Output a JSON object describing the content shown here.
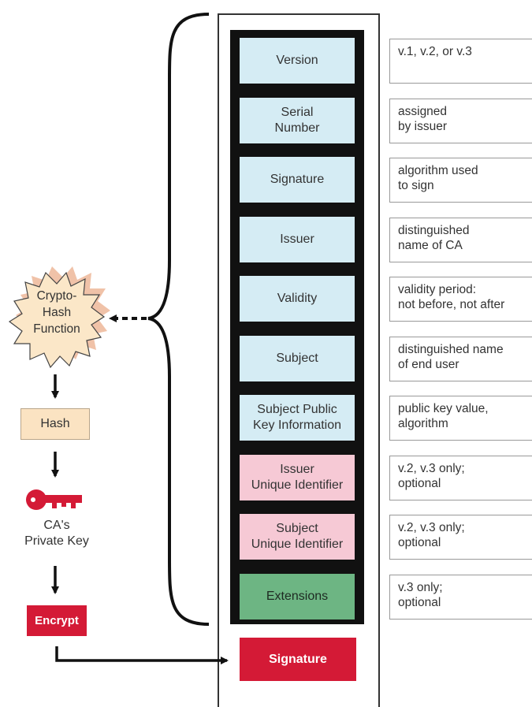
{
  "fields": [
    {
      "label": "Version",
      "note": "v.1, v.2, or v.3",
      "color": "blue"
    },
    {
      "label": "Serial\nNumber",
      "note": "assigned\nby issuer",
      "color": "blue"
    },
    {
      "label": "Signature",
      "note": "algorithm used\nto sign",
      "color": "blue"
    },
    {
      "label": "Issuer",
      "note": "distinguished\nname of CA",
      "color": "blue"
    },
    {
      "label": "Validity",
      "note": "validity period:\nnot before, not after",
      "color": "blue"
    },
    {
      "label": "Subject",
      "note": "distinguished name\nof end user",
      "color": "blue"
    },
    {
      "label": "Subject Public\nKey Information",
      "note": "public key value,\nalgorithm",
      "color": "blue"
    },
    {
      "label": "Issuer\nUnique Identifier",
      "note": "v.2, v.3 only;\noptional",
      "color": "pink"
    },
    {
      "label": "Subject\nUnique Identifier",
      "note": "v.2, v.3 only;\noptional",
      "color": "pink"
    },
    {
      "label": "Extensions",
      "note": "v.3 only;\noptional",
      "color": "green"
    }
  ],
  "left_flow": {
    "hash_function": "Crypto-\nHash\nFunction",
    "hash": "Hash",
    "ca_key": "CA's\nPrivate Key",
    "encrypt": "Encrypt"
  },
  "signature_box": "Signature",
  "colors": {
    "blue": "#d5ecf4",
    "pink": "#f6c9d5",
    "green": "#6db583",
    "red": "#d41a36",
    "hash_fill": "#fbe3c2",
    "star_fill": "#fbe7c8"
  }
}
